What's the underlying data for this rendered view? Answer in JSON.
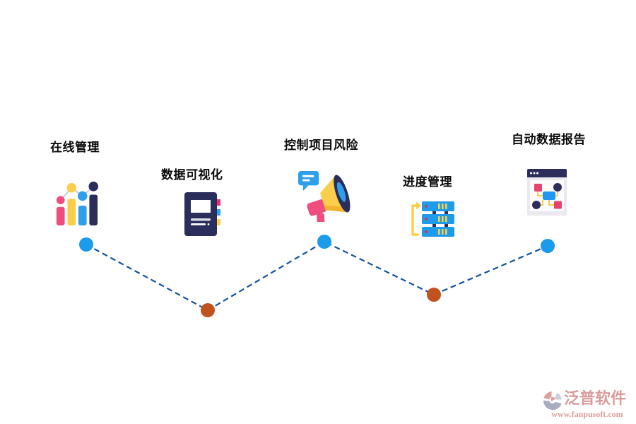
{
  "page": {
    "background": "#ffffff"
  },
  "features": [
    {
      "label": "在线管理",
      "icon": "bar-chart-icon"
    },
    {
      "label": "数据可视化",
      "icon": "notebook-icon"
    },
    {
      "label": "控制项目风险",
      "icon": "megaphone-icon"
    },
    {
      "label": "进度管理",
      "icon": "server-stack-icon"
    },
    {
      "label": "自动数据报告",
      "icon": "browser-flowchart-icon"
    }
  ],
  "timeline": {
    "node_colors": [
      "#1b9be9",
      "#c0521d",
      "#1b9be9",
      "#c0521d",
      "#1b9be9"
    ],
    "line_color": "#15549e",
    "line_style": "dashed"
  },
  "palette": {
    "pink": "#ee4d7e",
    "yellow": "#f8ce4b",
    "navy": "#2b2d5b",
    "blue": "#2e9fe8",
    "bright_blue": "#1e9be9",
    "dot_blue": "#1b9be9",
    "dot_orange": "#c0521d",
    "dash_line": "#15549e",
    "watermark_text": "#d89c9b"
  },
  "watermark": {
    "brand": "泛普软件",
    "url": "www.fanpusoft.com"
  }
}
